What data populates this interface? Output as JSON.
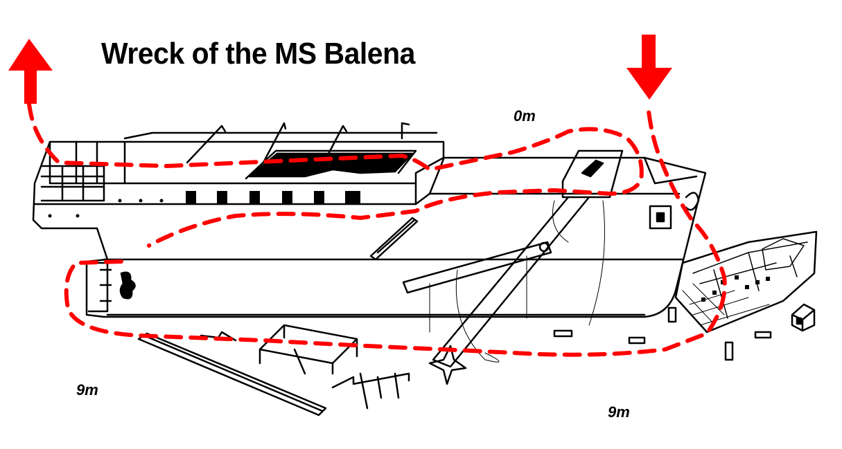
{
  "title": "Wreck of the MS Balena",
  "depth_labels": {
    "surface": "0m",
    "bottom_left": "9m",
    "bottom_right": "9m"
  },
  "colors": {
    "route": "#ff0000",
    "outline": "#000000",
    "background": "#ffffff"
  },
  "icons": {
    "exit": "arrow-up",
    "entry": "arrow-down"
  }
}
